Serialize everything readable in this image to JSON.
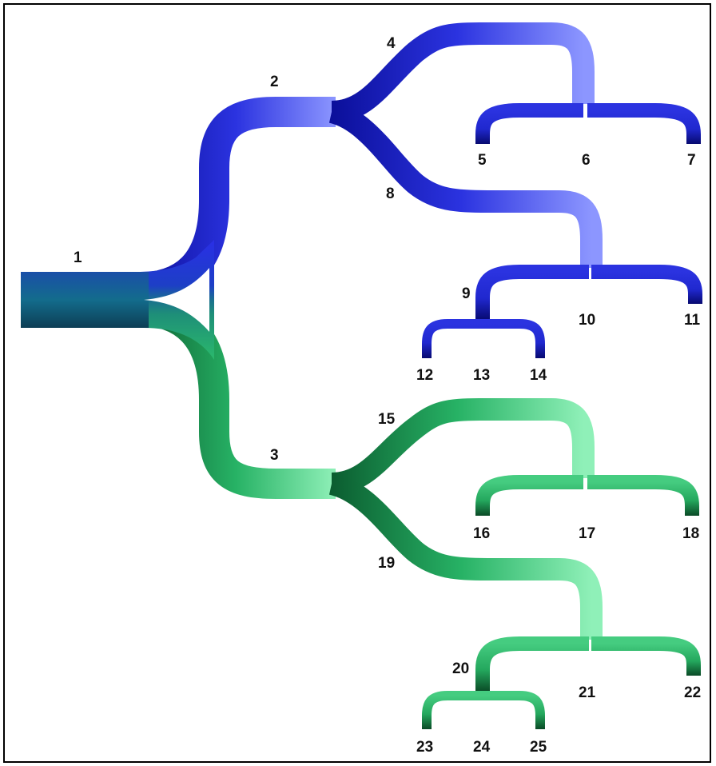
{
  "tree": {
    "colors": {
      "blue_dark": "#0b0f9a",
      "blue_mid": "#2b33e0",
      "blue_light": "#8c96ff",
      "green_dark": "#0b5d30",
      "green_mid": "#27b265",
      "green_light": "#8ff0b8",
      "teal": "#0f6a7a"
    },
    "labels": [
      "1",
      "2",
      "3",
      "4",
      "5",
      "6",
      "7",
      "8",
      "9",
      "10",
      "11",
      "12",
      "13",
      "14",
      "15",
      "16",
      "17",
      "18",
      "19",
      "20",
      "21",
      "22",
      "23",
      "24",
      "25"
    ]
  }
}
